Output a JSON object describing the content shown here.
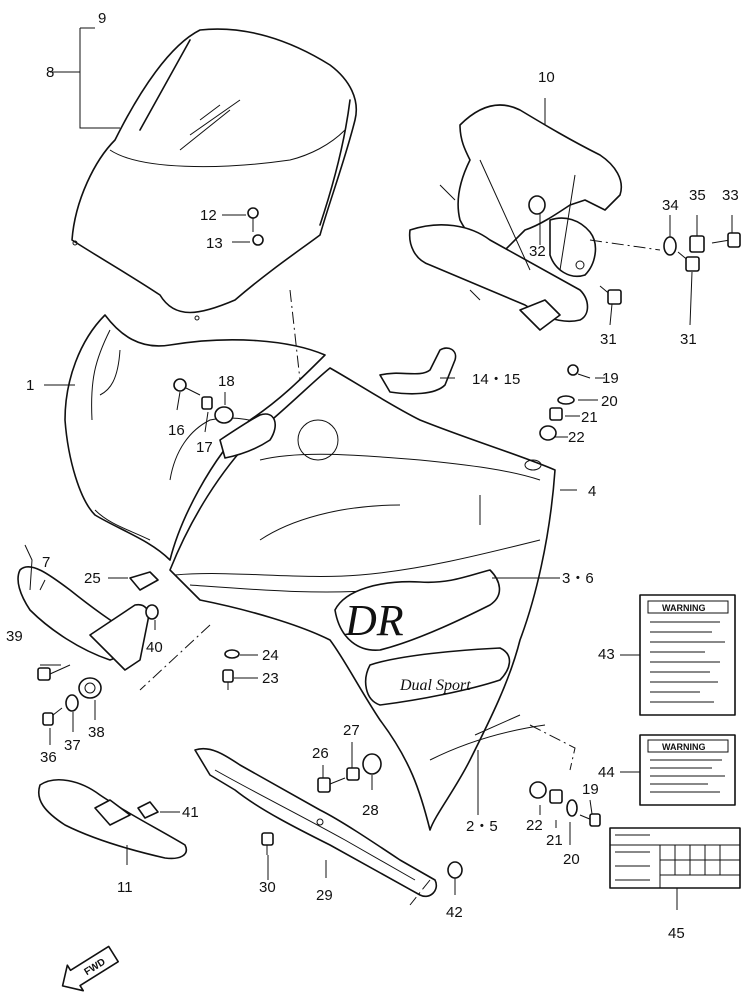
{
  "labels": {
    "p1": "1",
    "p2_5": "2・5",
    "p3_6": "3・6",
    "p4": "4",
    "p7": "7",
    "p8": "8",
    "p9": "9",
    "p10": "10",
    "p11": "11",
    "p12": "12",
    "p13": "13",
    "p14_15": "14・15",
    "p16": "16",
    "p17": "17",
    "p18": "18",
    "p19a": "19",
    "p19b": "19",
    "p20a": "20",
    "p20b": "20",
    "p21a": "21",
    "p21b": "21",
    "p22a": "22",
    "p22b": "22",
    "p23": "23",
    "p24": "24",
    "p25": "25",
    "p26": "26",
    "p27": "27",
    "p28": "28",
    "p29": "29",
    "p30": "30",
    "p31a": "31",
    "p31b": "31",
    "p32": "32",
    "p33": "33",
    "p34": "34",
    "p35": "35",
    "p36": "36",
    "p37": "37",
    "p38": "38",
    "p39": "39",
    "p40": "40",
    "p41": "41",
    "p42": "42",
    "p43": "43",
    "p44": "44",
    "p45": "45"
  },
  "decals": {
    "dr_logo": "DR",
    "dual_sport": "Dual Sport",
    "warning_43": "WARNING",
    "warning_44": "WARNING",
    "fwd": "FWD"
  }
}
